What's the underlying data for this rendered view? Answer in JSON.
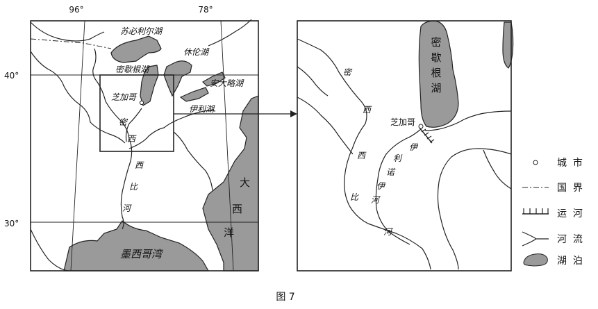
{
  "figure_caption": "图 7",
  "left_map": {
    "longitudes": [
      "96°",
      "78°"
    ],
    "latitudes": [
      "40°",
      "30°"
    ],
    "lakes": [
      "苏必利尔湖",
      "密歇根湖",
      "休伦湖",
      "安大略湖",
      "伊利湖"
    ],
    "city": "芝加哥",
    "river": [
      "密",
      "西",
      "西",
      "比",
      "河"
    ],
    "gulf": "墨西哥湾",
    "ocean": [
      "大",
      "西",
      "洋"
    ]
  },
  "right_map": {
    "lake": [
      "密",
      "歇",
      "根",
      "湖"
    ],
    "city": "芝加哥",
    "river_miss": [
      "密",
      "西",
      "西",
      "比",
      "河"
    ],
    "river_illinois": [
      "伊",
      "利",
      "诺",
      "伊",
      "河"
    ]
  },
  "legend": [
    {
      "symbol": "city",
      "label": "城  市"
    },
    {
      "symbol": "border",
      "label": "国  界"
    },
    {
      "symbol": "canal",
      "label": "运  河"
    },
    {
      "symbol": "river",
      "label": "河  流"
    },
    {
      "symbol": "lake",
      "label": "湖  泊"
    }
  ],
  "colors": {
    "water": "#9a9a9a",
    "line": "#222222"
  }
}
